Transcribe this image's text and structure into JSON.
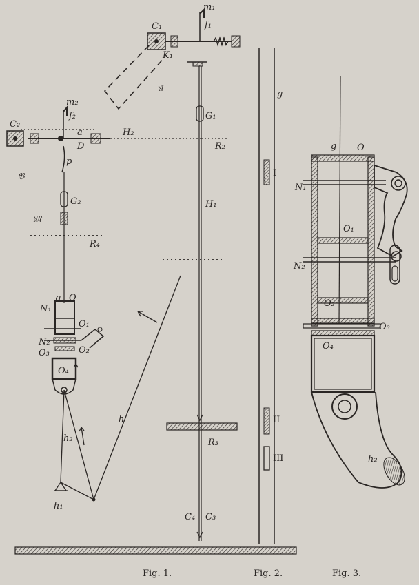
{
  "captions": {
    "fig1": "Fig. 1.",
    "fig2": "Fig. 2.",
    "fig3": "Fig. 3."
  },
  "fig1_labels": {
    "c1": "C₁",
    "k1": "K₁",
    "m1": "m₁",
    "f_top": "f₁",
    "A": "𝔄",
    "g1": "G₁",
    "c2": "C₂",
    "m2": "m₂",
    "f2": "f₂",
    "a": "a",
    "D": "D",
    "h2": "H₂",
    "r2": "R₂",
    "B": "𝔅",
    "p": "p",
    "g2": "G₂",
    "M": "𝔐",
    "r4": "R₄",
    "h1": "H₁",
    "g": "g",
    "O": "O",
    "N1": "N₁",
    "O1": "O₁",
    "N2": "N₂",
    "O2": "O₂",
    "O3": "O₃",
    "O4": "O₄",
    "h_left": "h₂",
    "h_mid": "h",
    "h_bottom": "h₁",
    "r3": "R₃",
    "c4": "C₄",
    "c3": "C₃"
  },
  "fig2_labels": {
    "g": "g",
    "I": "I",
    "II": "II",
    "III": "III"
  },
  "fig3_labels": {
    "g": "g",
    "O": "O",
    "N1": "N₁",
    "O1": "O₁",
    "N2": "N₂",
    "O2": "O₂",
    "O3": "O₃",
    "O4": "O₄",
    "h2": "h₂"
  }
}
